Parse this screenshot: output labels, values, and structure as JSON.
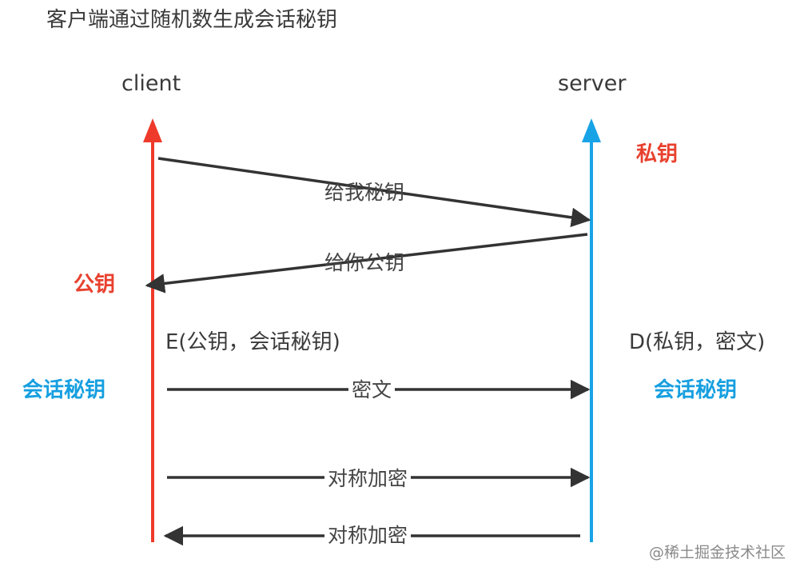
{
  "title": "客户端通过随机数生成会话秘钥",
  "nodes": {
    "client": "client",
    "server": "server"
  },
  "keys": {
    "server_private": "私钥",
    "client_public": "公钥",
    "client_session": "会话秘钥",
    "server_session": "会话秘钥"
  },
  "formulas": {
    "encrypt": "E(公钥，会话秘钥)",
    "decrypt": "D(私钥，密文)"
  },
  "messages": [
    {
      "label": "给我秘钥",
      "direction": "client-to-server"
    },
    {
      "label": "给你公钥",
      "direction": "server-to-client"
    },
    {
      "label": "密文",
      "direction": "client-to-server"
    },
    {
      "label": "对称加密",
      "direction": "client-to-server"
    },
    {
      "label": "对称加密",
      "direction": "server-to-client"
    }
  ],
  "colors": {
    "client_line": "#ee3a2a",
    "server_line": "#18a3e6",
    "arrow": "#333333"
  },
  "watermark": "@稀土掘金技术社区"
}
